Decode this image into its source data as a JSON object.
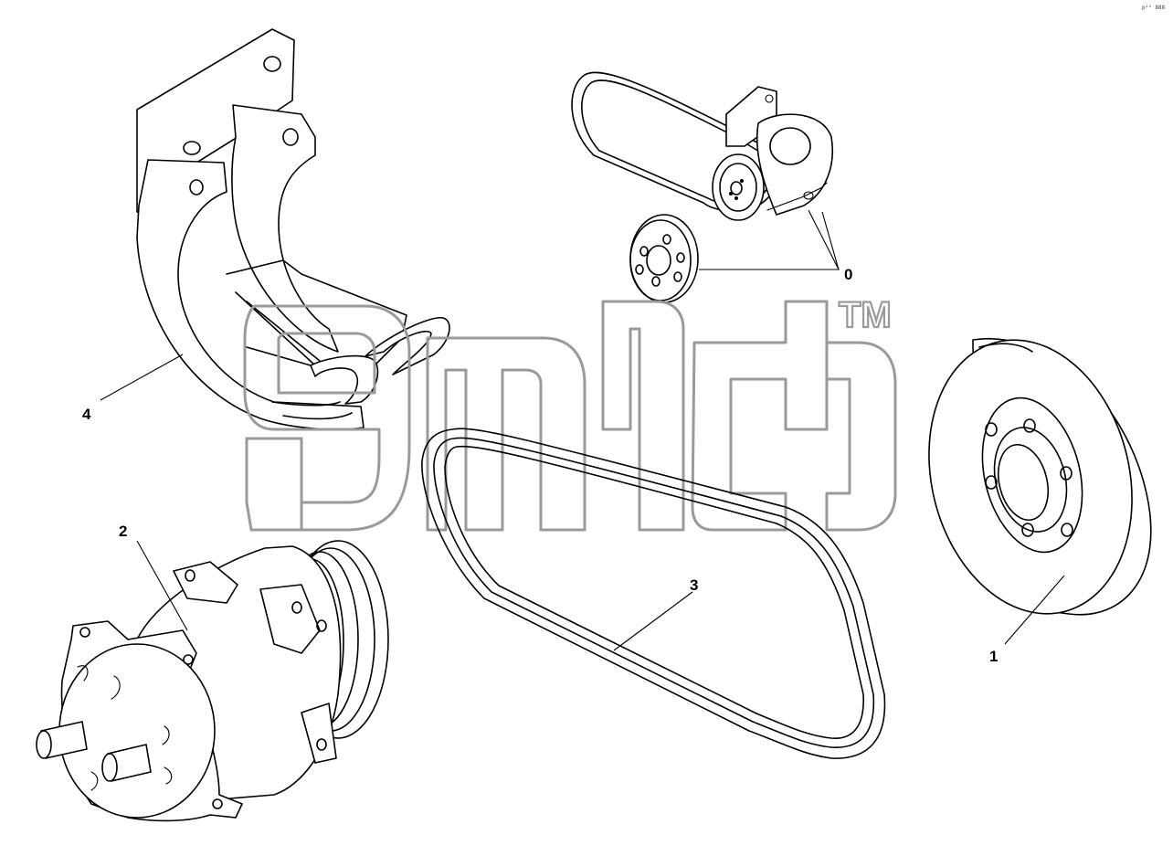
{
  "page": {
    "background": "#ffffff",
    "line_color": "#000000",
    "watermark_color": "#9a9a9a"
  },
  "corner_code": "p²² 888",
  "watermark": {
    "tm": "TM"
  },
  "callouts": {
    "assembly": "0",
    "pulley": "1",
    "compressor": "2",
    "belt": "3",
    "bracket": "4"
  }
}
